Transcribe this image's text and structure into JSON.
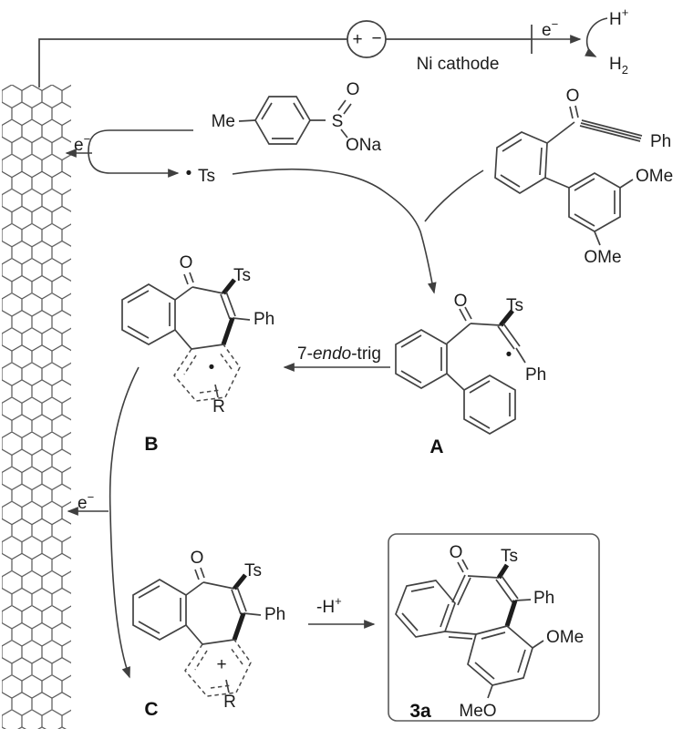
{
  "colors": {
    "line": "#424242",
    "text": "#1c1c1c",
    "background": "#ffffff"
  },
  "electron": {
    "base": "e",
    "sup": "−"
  },
  "circuit": {
    "supply_plus": "+",
    "supply_minus": "−",
    "cathode_label": "Ni cathode",
    "h_plus": {
      "base": "H",
      "sup": "+"
    },
    "h2": {
      "base": "H",
      "sub": "2"
    }
  },
  "sulfinate": {
    "me": "Me",
    "s": "S",
    "o": "O",
    "ona": "ONa"
  },
  "ts_radical": {
    "dot": "•",
    "label": "Ts"
  },
  "ynone": {
    "o": "O",
    "ph": "Ph",
    "ome_upper": "OMe",
    "ome_lower": "OMe"
  },
  "arrows": {
    "cyclization": {
      "pre": "7-",
      "emph": "endo",
      "post": "-trig"
    },
    "deprotonation": {
      "base": "-H",
      "sup": "+"
    }
  },
  "intermediate_a": {
    "o": "O",
    "ts": "Ts",
    "ph": "Ph",
    "dot": "•",
    "label": "A"
  },
  "intermediate_bc_shared": {
    "o": "O",
    "ts": "Ts",
    "ph": "Ph",
    "r": "R"
  },
  "intermediate_b": {
    "dot": "•",
    "label": "B"
  },
  "intermediate_c": {
    "cation": "+",
    "label": "C"
  },
  "product": {
    "o": "O",
    "ts": "Ts",
    "ph": "Ph",
    "ome": "OMe",
    "meo": "MeO",
    "label": "3a"
  }
}
